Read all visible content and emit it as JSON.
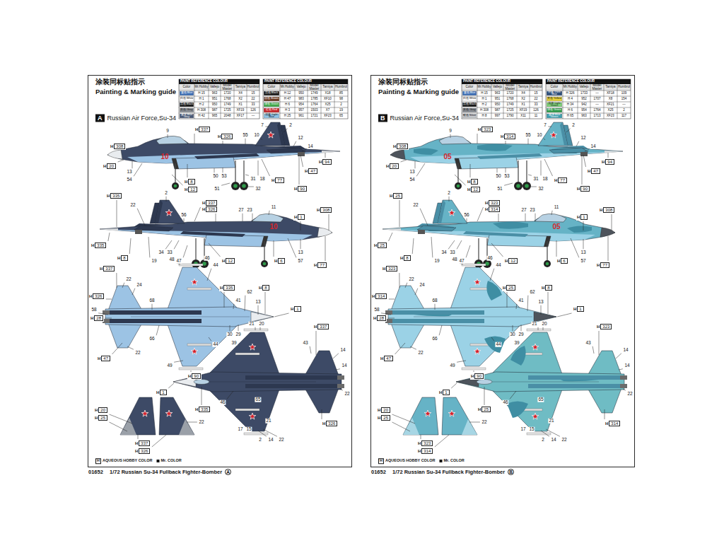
{
  "diagram": {
    "nodes": [
      {
        "text": [
          "A",
          "Russian Air Force,Su-34"
        ]
      },
      {
        "text": [
          "H",
          "308"
        ]
      },
      {
        "text": [
          "H",
          "20"
        ]
      },
      {
        "text": [
          "H",
          "337"
        ]
      },
      {
        "text": [
          "H",
          "326"
        ]
      },
      {
        "text": [
          "H",
          "8"
        ]
      },
      {
        "text": [
          "H",
          "12"
        ]
      },
      {
        "text": [
          "H",
          "77"
        ]
      },
      {
        "text": [
          "H",
          "90"
        ]
      },
      {
        "text": [
          "H",
          "47"
        ]
      },
      {
        "text": [
          "H",
          "94"
        ]
      },
      {
        "text": [
          "H",
          "335"
        ]
      },
      {
        "text": [
          "H",
          "337"
        ]
      },
      {
        "text": [
          "H",
          "326"
        ]
      },
      {
        "text": [
          "H",
          "308"
        ]
      },
      {
        "text": [
          "H",
          "1"
        ]
      },
      {
        "text": [
          "H",
          "335"
        ]
      },
      {
        "text": [
          "H",
          "8"
        ]
      },
      {
        "text": [
          "H",
          "12"
        ]
      },
      {
        "text": [
          "H",
          "6"
        ]
      },
      {
        "text": [
          "H",
          "77"
        ]
      },
      {
        "text": [
          "H",
          "337"
        ]
      },
      {
        "text": [
          "H",
          "326"
        ]
      },
      {
        "text": [
          "H",
          "335"
        ]
      },
      {
        "text": [
          "H",
          "8"
        ]
      },
      {
        "text": [
          "H",
          "1"
        ]
      },
      {
        "text": [
          "H",
          "28"
        ]
      },
      {
        "text": [
          "H",
          "47"
        ]
      },
      {
        "text": [
          "H",
          "90"
        ]
      },
      {
        "text": [
          "H",
          "1"
        ]
      },
      {
        "text": [
          "H",
          "337"
        ]
      },
      {
        "text": [
          "H",
          "326"
        ]
      },
      {
        "text": [
          "H",
          "335"
        ]
      },
      {
        "text": [
          "H",
          "20"
        ]
      },
      {
        "text": [
          "H",
          "25"
        ]
      },
      {
        "text": [
          "H",
          "337"
        ]
      },
      {
        "text": [
          "H",
          "326"
        ]
      },
      {
        "text": [
          "A"
        ]
      },
      {
        "text": [
          "B",
          "Russian Air Force,Su-34"
        ]
      },
      {
        "text": [
          "H",
          "308"
        ]
      },
      {
        "text": [
          "H",
          "20"
        ]
      },
      {
        "text": [
          "H",
          "323"
        ]
      },
      {
        "text": [
          "H",
          "314"
        ]
      },
      {
        "text": [
          "H",
          "8"
        ]
      },
      {
        "text": [
          "H",
          "12"
        ]
      },
      {
        "text": [
          "H",
          "77"
        ]
      },
      {
        "text": [
          "H",
          "90"
        ]
      },
      {
        "text": [
          "H",
          "47"
        ]
      },
      {
        "text": [
          "H",
          "94"
        ]
      },
      {
        "text": [
          "H",
          "25"
        ]
      },
      {
        "text": [
          "H",
          "323"
        ]
      },
      {
        "text": [
          "H",
          "314"
        ]
      },
      {
        "text": [
          "H",
          "308"
        ]
      },
      {
        "text": [
          "H",
          "1"
        ]
      },
      {
        "text": [
          "H",
          "25"
        ]
      },
      {
        "text": [
          "H",
          "8"
        ]
      },
      {
        "text": [
          "H",
          "12"
        ]
      },
      {
        "text": [
          "H",
          "6"
        ]
      },
      {
        "text": [
          "H",
          "77"
        ]
      },
      {
        "text": [
          "H",
          "323"
        ]
      },
      {
        "text": [
          "H",
          "314"
        ]
      },
      {
        "text": [
          "H",
          "25"
        ]
      },
      {
        "text": [
          "H",
          "8"
        ]
      },
      {
        "text": [
          "H",
          "1"
        ]
      },
      {
        "text": [
          "H",
          "28"
        ]
      },
      {
        "text": [
          "H",
          "47"
        ]
      },
      {
        "text": [
          "H",
          "90"
        ]
      },
      {
        "text": [
          "H",
          "1"
        ]
      },
      {
        "text": [
          "H",
          "323"
        ]
      },
      {
        "text": [
          "H",
          "314"
        ]
      },
      {
        "text": [
          "H",
          "25"
        ]
      },
      {
        "text": [
          "H",
          "20"
        ]
      },
      {
        "text": [
          "H",
          "25"
        ]
      },
      {
        "text": [
          "H",
          "323"
        ]
      },
      {
        "text": [
          "H",
          "314"
        ]
      },
      {
        "text": [
          "B"
        ]
      }
    ],
    "labels": [
      "涂装同标贴指示",
      "Painting & Marking guide",
      "PAINT REFERENCE COLOUR",
      "Color",
      "Mr.Hobby",
      "Vallejo",
      "Model Master",
      "Tamiya",
      "Humbrol",
      "H 15",
      "963",
      "1720",
      "X4",
      "15",
      "H 1",
      "951",
      "1768",
      "X2",
      "22",
      "H 2",
      "950",
      "1749",
      "X1",
      "33",
      "H 308",
      "987",
      "1725",
      "XF19",
      "126",
      "H 42",
      "965",
      "2048",
      "XF17",
      "—",
      "PAINT REFERENCE COLOUR",
      "Color",
      "Mr.Hobby",
      "Vallejo",
      "Model Master",
      "Tamiya",
      "Humbrol",
      "H 12",
      "950",
      "1749",
      "X18",
      "85",
      "H 47",
      "983",
      "1785",
      "XF10",
      "98",
      "H 6",
      "954",
      "1764",
      "X25",
      "2",
      "H 3",
      "957",
      "1503",
      "X7",
      "19",
      "H 25",
      "961",
      "1721",
      "XF23",
      "65",
      "9",
      "10",
      "7",
      "2",
      "12",
      "14",
      "55",
      "13",
      "54",
      "50",
      "53",
      "51",
      "31",
      "18",
      "32",
      "10",
      "22",
      "2",
      "56",
      "27",
      "23",
      "11",
      "13",
      "57",
      "34",
      "33",
      "19",
      "47",
      "10",
      "24",
      "22",
      "68",
      "48",
      "46",
      "44",
      "58",
      "41",
      "62",
      "13",
      "30",
      "29",
      "39",
      "44",
      "49",
      "66",
      "22",
      "21",
      "20",
      "43",
      "14",
      "14",
      "22",
      "46",
      "65",
      "17",
      "15",
      "21",
      "14",
      "22",
      "2",
      "22",
      "H",
      "AQUEOUS HOBBY COLOR",
      "Mr. COLOR",
      "01652",
      "1/72 Russian Su-34 Fullback Fighter-Bomber",
      "涂装同标贴指示",
      "Painting & Marking guide",
      "PAINT REFERENCE COLOUR",
      "Color",
      "Mr.Hobby",
      "Vallejo",
      "Model Master",
      "Tamiya",
      "Humbrol",
      "H 15",
      "963",
      "1720",
      "X4",
      "15",
      "H 1",
      "951",
      "1768",
      "X2",
      "22",
      "H 2",
      "950",
      "1749",
      "X1",
      "33",
      "H 308",
      "987",
      "1725",
      "XF19",
      "126",
      "H 8",
      "997",
      "1790",
      "X11",
      "11",
      "PAINT REFERENCE COLOUR",
      "Color",
      "Mr.Hobby",
      "Vallejo",
      "Model Master",
      "Tamiya",
      "Humbrol",
      "H 326",
      "1733",
      "—",
      "XF18",
      "109",
      "H 4",
      "952",
      "1707",
      "X8",
      "154",
      "H 34",
      "942",
      "—",
      "XF21",
      "—",
      "H 6",
      "954",
      "1764",
      "X25",
      "2",
      "H 65",
      "963",
      "1713",
      "XF23",
      "117",
      "9",
      "10",
      "7",
      "2",
      "12",
      "14",
      "55",
      "13",
      "54",
      "50",
      "53",
      "51",
      "31",
      "18",
      "32",
      "05",
      "22",
      "2",
      "56",
      "27",
      "23",
      "11",
      "13",
      "57",
      "34",
      "33",
      "19",
      "47",
      "05",
      "24",
      "22",
      "68",
      "48",
      "46",
      "44",
      "58",
      "41",
      "62",
      "13",
      "30",
      "29",
      "39",
      "44",
      "49",
      "66",
      "22",
      "21",
      "20",
      "43",
      "14",
      "14",
      "22",
      "46",
      "65",
      "17",
      "15",
      "21",
      "14",
      "22",
      "2",
      "22",
      "H",
      "AQUEOUS HOBBY COLOR",
      "Mr. COLOR",
      "01652",
      "1/72 Russian Su-34 Fullback Fighter-Bomber"
    ],
    "legend": [
      {
        "text": "蓝色 Blue",
        "color": "#3e6fb6"
      },
      {
        "text": "白色 White",
        "color": "#ffffff"
      },
      {
        "text": "黑色 Black",
        "color": "#1a1a1a"
      },
      {
        "text": "灰色 Gray",
        "color": "#8a8f96"
      },
      {
        "text": "蓝灰 Blue Gray",
        "color": "#4a5a78"
      },
      {
        "text": "黑色 Black",
        "color": "#1d1d1d"
      },
      {
        "text": "棕色 Brown",
        "color": "#6b3a23"
      },
      {
        "text": "绿色 Green",
        "color": "#3fa84a"
      },
      {
        "text": "红色 Red",
        "color": "#c8262a"
      },
      {
        "text": "浅蓝 Light Blue",
        "color": "#8ec3e6"
      },
      {
        "text": "蓝色 Blue",
        "color": "#3e6fb6"
      },
      {
        "text": "白色 White",
        "color": "#ffffff"
      },
      {
        "text": "黑色 Black",
        "color": "#1a1a1a"
      },
      {
        "text": "灰色 Gray",
        "color": "#8a8f96"
      },
      {
        "text": "银色 Silver",
        "color": "#c4c8cc"
      },
      {
        "text": "深蓝 Dark Blue",
        "color": "#2c4d7a"
      },
      {
        "text": "黄色 Yellow",
        "color": "#e8d23a"
      },
      {
        "text": "浅绿 Light Green",
        "color": "#7fd07a"
      },
      {
        "text": "绿色 Green",
        "color": "#2f9a4a"
      },
      {
        "text": "蓝绿 Blue Green",
        "color": "#3d9fb0"
      }
    ]
  }
}
